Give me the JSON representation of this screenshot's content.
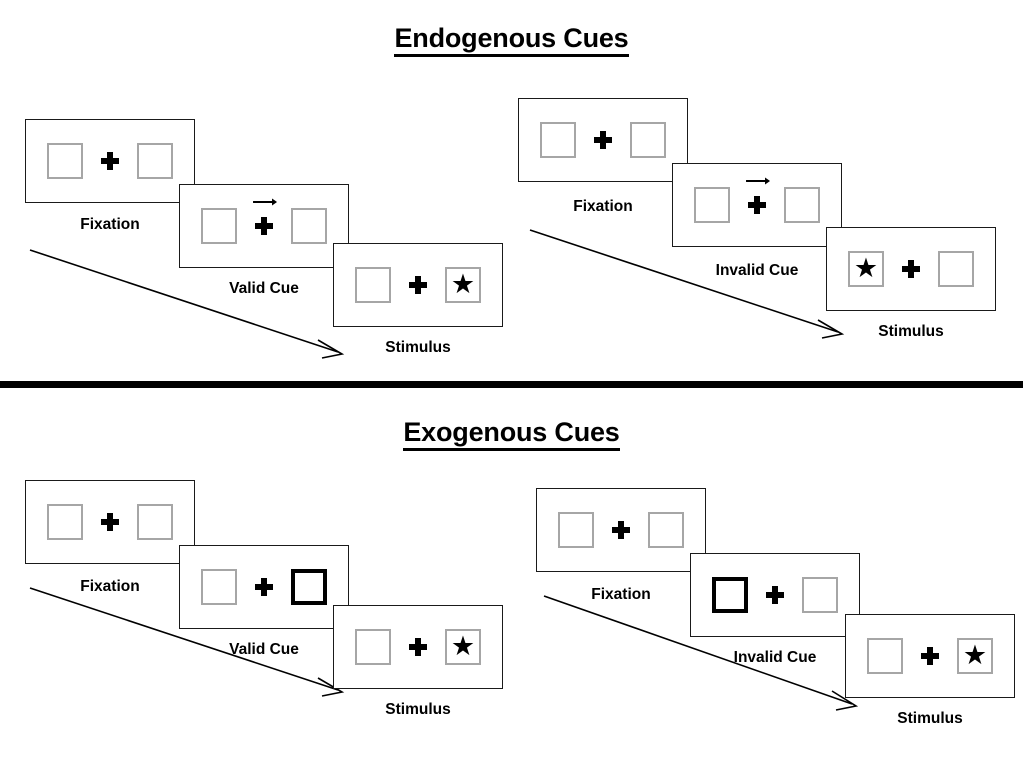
{
  "figure": {
    "title_top": "Endogenous Cues",
    "title_bottom": "Exogenous Cues"
  },
  "sections": [
    {
      "id": "endogenous",
      "title": "Endogenous Cues",
      "sequences": [
        {
          "id": "endogenous-valid",
          "panels": [
            {
              "caption": "Fixation",
              "left_box": "empty",
              "right_box": "empty",
              "center": "plus",
              "cue": "none"
            },
            {
              "caption": "Valid Cue",
              "left_box": "empty",
              "right_box": "empty",
              "center": "plus",
              "cue": "arrow-right"
            },
            {
              "caption": "Stimulus",
              "left_box": "empty",
              "right_box": "star",
              "center": "plus",
              "cue": "none"
            }
          ]
        },
        {
          "id": "endogenous-invalid",
          "panels": [
            {
              "caption": "Fixation",
              "left_box": "empty",
              "right_box": "empty",
              "center": "plus",
              "cue": "none"
            },
            {
              "caption": "Invalid Cue",
              "left_box": "empty",
              "right_box": "empty",
              "center": "plus",
              "cue": "arrow-right"
            },
            {
              "caption": "Stimulus",
              "left_box": "star",
              "right_box": "empty",
              "center": "plus",
              "cue": "none"
            }
          ]
        }
      ]
    },
    {
      "id": "exogenous",
      "title": "Exogenous Cues",
      "sequences": [
        {
          "id": "exogenous-valid",
          "panels": [
            {
              "caption": "Fixation",
              "left_box": "empty",
              "right_box": "empty",
              "center": "plus",
              "cue": "none"
            },
            {
              "caption": "Valid Cue",
              "left_box": "empty",
              "right_box": "highlight",
              "center": "plus",
              "cue": "none"
            },
            {
              "caption": "Stimulus",
              "left_box": "empty",
              "right_box": "star",
              "center": "plus",
              "cue": "none"
            }
          ]
        },
        {
          "id": "exogenous-invalid",
          "panels": [
            {
              "caption": "Fixation",
              "left_box": "empty",
              "right_box": "empty",
              "center": "plus",
              "cue": "none"
            },
            {
              "caption": "Invalid Cue",
              "left_box": "highlight",
              "right_box": "empty",
              "center": "plus",
              "cue": "none"
            },
            {
              "caption": "Stimulus",
              "left_box": "empty",
              "right_box": "star",
              "center": "plus",
              "cue": "none"
            }
          ]
        }
      ]
    }
  ],
  "glyphs": {
    "star": "★",
    "cue_arrow": "arrow-right-icon",
    "fixation_cross": "plus-icon",
    "flow_arrow": "time-flow-arrow-icon"
  },
  "colors": {
    "ink": "#000000",
    "panel_border": "#1a1a1a",
    "box_border": "#a6a6a6",
    "box_highlight_border": "#000000",
    "background": "#ffffff",
    "divider": "#000000"
  }
}
